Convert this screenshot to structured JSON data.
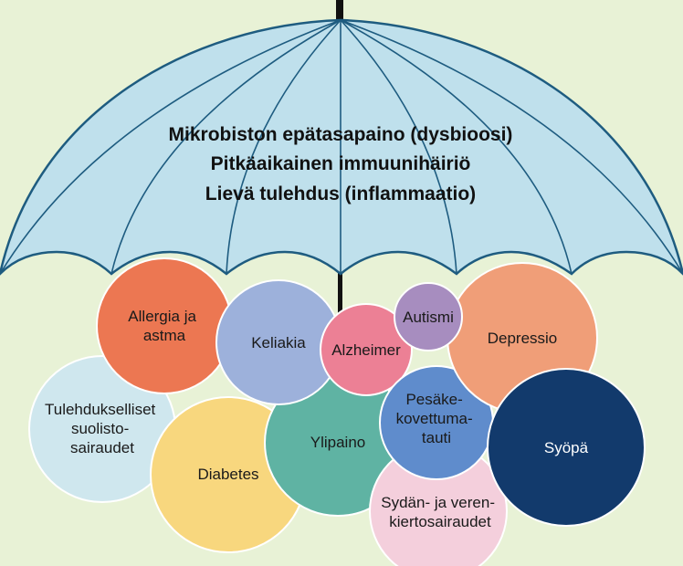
{
  "umbrella": {
    "lines": [
      "Mikrobiston epätasapaino (dysbioosi)",
      "Pitkäaikainen immuunihäiriö",
      "Lievä tulehdus (inflammaatio)"
    ]
  },
  "colors": {
    "background": "#e8f2d6",
    "canopy": "#bfe0ec",
    "canopy_stroke": "#1e5c80"
  },
  "diseases": [
    {
      "id": "tulehdukselliset",
      "lines": [
        "Tulehdukselliset",
        "suolisto-",
        "sairaudet"
      ],
      "color": "#cfe7ee"
    },
    {
      "id": "diabetes",
      "lines": [
        "Diabetes"
      ],
      "color": "#f8d77e"
    },
    {
      "id": "ylipaino",
      "lines": [
        "Ylipaino"
      ],
      "color": "#5fb3a3"
    },
    {
      "id": "sydan",
      "lines": [
        "Sydän- ja veren-",
        "kiertosairaudet"
      ],
      "color": "#f4cfdc"
    },
    {
      "id": "allergia",
      "lines": [
        "Allergia ja",
        "astma"
      ],
      "color": "#ec7752"
    },
    {
      "id": "keliakia",
      "lines": [
        "Keliakia"
      ],
      "color": "#9db1db"
    },
    {
      "id": "alzheimer",
      "lines": [
        "Alzheimer"
      ],
      "color": "#ec8095"
    },
    {
      "id": "pesake",
      "lines": [
        "Pesäke-",
        "kovettuma-",
        "tauti"
      ],
      "color": "#5f8ccc"
    },
    {
      "id": "depressio",
      "lines": [
        "Depressio"
      ],
      "color": "#f09e78"
    },
    {
      "id": "autismi",
      "lines": [
        "Autismi"
      ],
      "color": "#a78dbf"
    },
    {
      "id": "syopa",
      "lines": [
        "Syöpä"
      ],
      "color": "#123a6c"
    }
  ]
}
